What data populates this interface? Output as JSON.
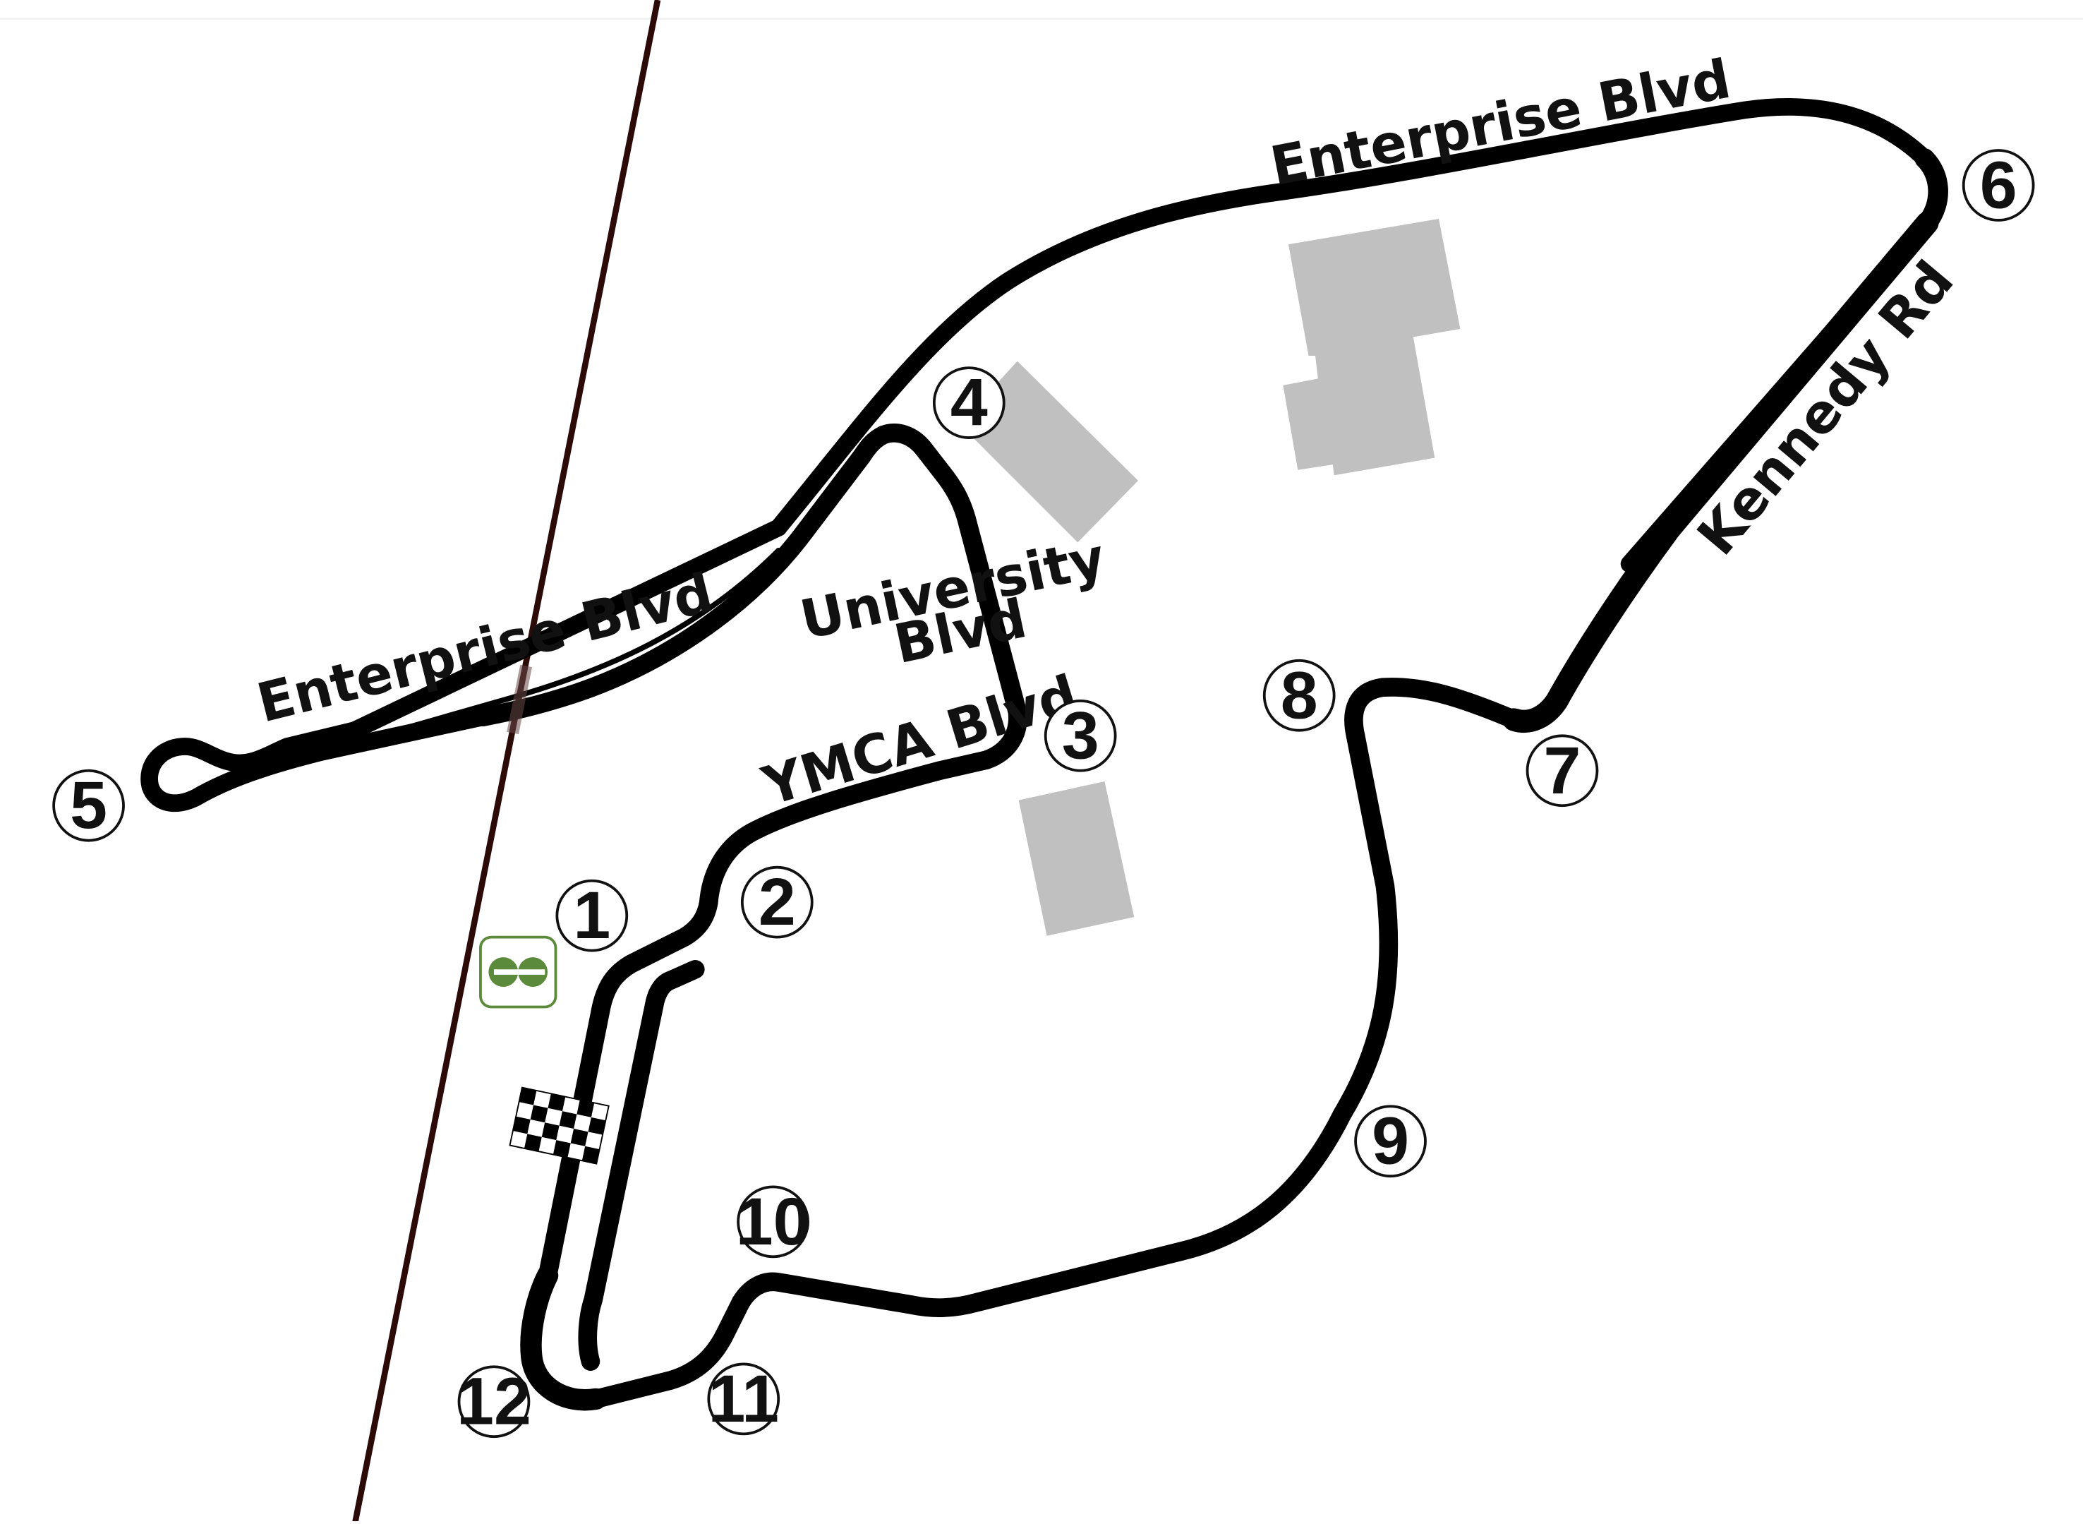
{
  "map": {
    "colors": {
      "background": "#ffffff",
      "track": "#000000",
      "building": "#c0c0c0",
      "railway": "#2b0a08",
      "station": "#5b8a3a",
      "label": "#111111"
    },
    "streets": [
      {
        "id": "enterprise-blvd-east",
        "label": "Enterprise Blvd"
      },
      {
        "id": "enterprise-blvd-west",
        "label": "Enterprise Blvd"
      },
      {
        "id": "university-blvd-1",
        "label": "University"
      },
      {
        "id": "university-blvd-2",
        "label": "Blvd"
      },
      {
        "id": "ymca-blvd",
        "label": "YMCA Blvd"
      },
      {
        "id": "kennedy-rd",
        "label": "Kennedy Rd"
      }
    ],
    "turns": [
      "1",
      "2",
      "3",
      "4",
      "5",
      "6",
      "7",
      "8",
      "9",
      "10",
      "11",
      "12"
    ],
    "icons": {
      "station": "go-transit-station-icon",
      "finish": "checkered-flag-icon"
    }
  }
}
